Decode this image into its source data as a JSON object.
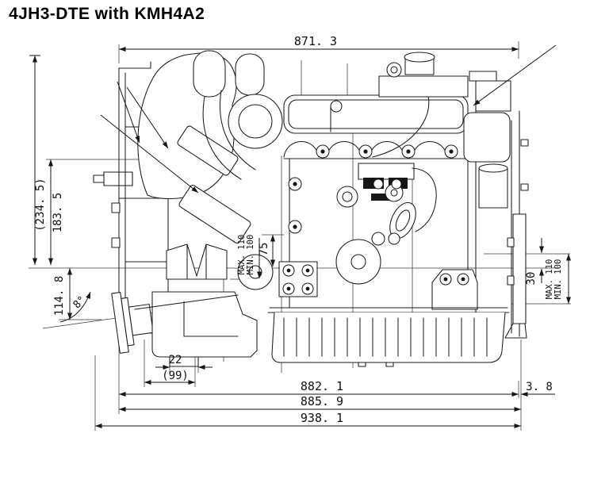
{
  "title": "4JH3-DTE with KMH4A2",
  "accent_color": "#161616",
  "dims": {
    "top_width": "871. 3",
    "overall_height_ref": "(234. 5)",
    "height_above_crank": "183. 5",
    "drop_to_output": "114. 8",
    "tilt_angle": "8°",
    "mid_mount_max": "MAX. 110",
    "mid_mount_min": "MIN. 100",
    "mid_foot_height": "75",
    "right_offset": "30",
    "right_mount_max": "MAX. 110",
    "right_mount_min": "MIN. 100",
    "flange_offset": "22",
    "flange_width": "(99)",
    "length_block": "882. 1",
    "length_gap": "3. 8",
    "length_mid": "885. 9",
    "length_overall": "938. 1"
  }
}
